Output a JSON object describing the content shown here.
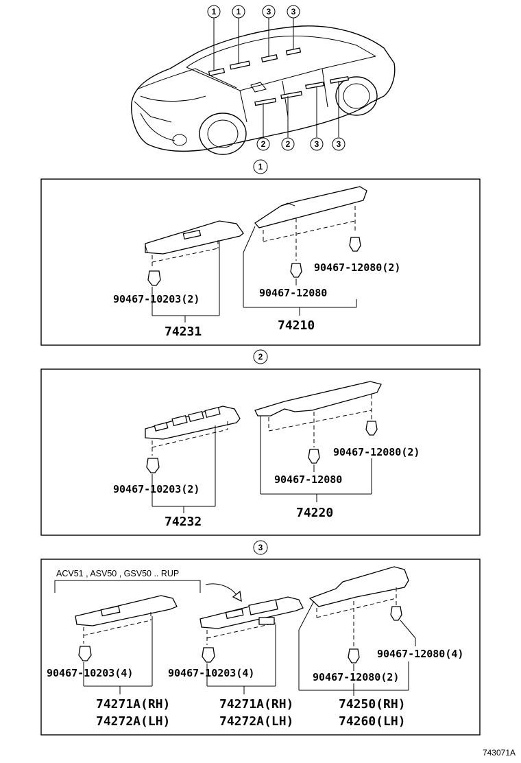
{
  "car_callouts": {
    "top": [
      "1",
      "1",
      "3",
      "3"
    ],
    "bottom": [
      "2",
      "2",
      "3",
      "3"
    ]
  },
  "sections": [
    {
      "marker": "1",
      "clip_left": "90467-10203(2)",
      "part_left": "74231",
      "clip_mid": "90467-12080",
      "clip_right": "90467-12080(2)",
      "part_right": "74210"
    },
    {
      "marker": "2",
      "clip_left": "90467-10203(2)",
      "part_left": "74232",
      "clip_mid": "90467-12080",
      "clip_right": "90467-12080(2)",
      "part_right": "74220"
    },
    {
      "marker": "3",
      "note": "ACV51 , ASV50 , GSV50 .. RUP",
      "clip_a": "90467-10203(4)",
      "clip_b": "90467-10203(4)",
      "part_a1": "74271A(RH)",
      "part_a2": "74272A(LH)",
      "part_b1": "74271A(RH)",
      "part_b2": "74272A(LH)",
      "clip_mid": "90467-12080(2)",
      "clip_right": "90467-12080(4)",
      "part_c1": "74250(RH)",
      "part_c2": "74260(LH)"
    }
  ],
  "illustration_id": "743071A"
}
